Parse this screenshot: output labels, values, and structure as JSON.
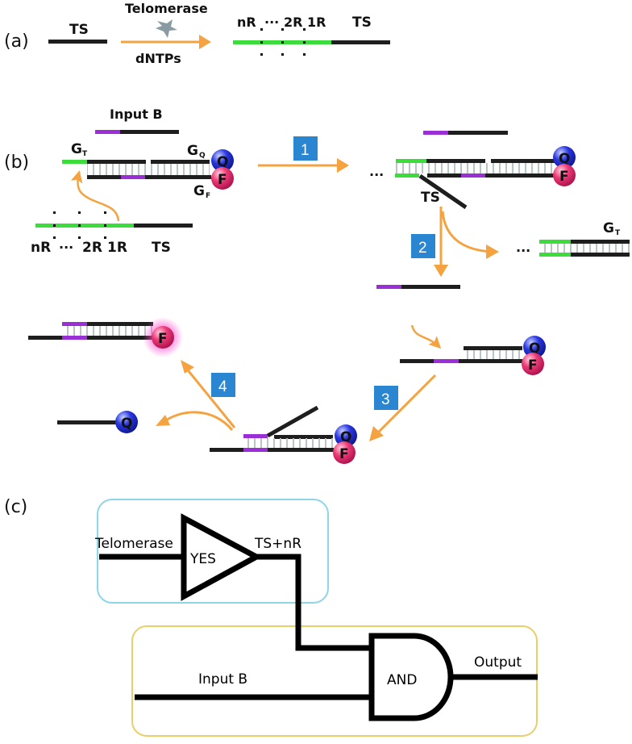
{
  "colors": {
    "dna_black": "#1e1e1e",
    "repeat_green": "#3ddc3d",
    "input_purple": "#9b2fd6",
    "arrow_orange": "#f4a340",
    "step_blue": "#2a86d0",
    "quencher_blue": "#1f2fd6",
    "fluor_pink": "#e8336f",
    "yes_box": "#8ed6e6",
    "and_box": "#e9cf6a"
  },
  "panel_a": {
    "label": "(a)",
    "substrate_label": "TS",
    "enzyme_label": "Telomerase",
    "reagent_label": "dNTPs",
    "product_repeat_labels": [
      "nR",
      "···",
      "2R",
      "1R"
    ],
    "product_ts_label": "TS"
  },
  "panel_b": {
    "label": "(b)",
    "input_label": "Input B",
    "toehold_label": "G",
    "toehold_sub": "T",
    "quencher_strand_label": "G",
    "quencher_strand_sub": "Q",
    "fluor_strand_label": "G",
    "fluor_strand_sub": "F",
    "product_repeat_labels": [
      "nR",
      "···",
      "2R",
      "1R"
    ],
    "product_ts_label": "TS",
    "ts_label": "TS",
    "released_label": "G",
    "released_sub": "T",
    "ellipsis": "···",
    "quencher": "Q",
    "fluorophore": "F",
    "steps": [
      "1",
      "2",
      "3",
      "4"
    ]
  },
  "panel_c": {
    "label": "(c)",
    "yes_input": "Telomerase",
    "yes_gate": "YES",
    "yes_output": "TS+nR",
    "and_input": "Input B",
    "and_gate": "AND",
    "and_output": "Output"
  }
}
